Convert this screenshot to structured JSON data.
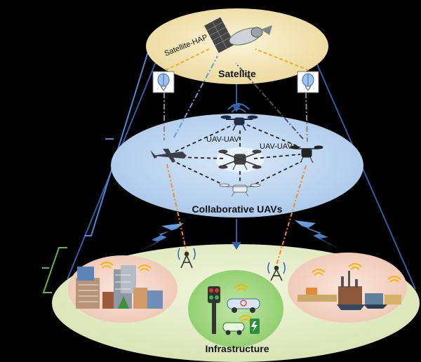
{
  "layers": {
    "satellite": {
      "title": "Satellite",
      "link_label": "Satellite-HAP"
    },
    "uav": {
      "title": "Collaborative UAVs",
      "link_left": "UAV-UAV",
      "link_right": "UAV-UAV"
    },
    "infrastructure": {
      "title": "Infrastructure"
    }
  },
  "colors": {
    "background": "#000000",
    "satellite_layer": "#f2e6b3",
    "uav_layer": "#b9d3ef",
    "ground_layer": "#e6edc9",
    "city_zone": "#f4d6c8",
    "traffic_zone": "#a6d889",
    "port_zone": "#f4d6c8",
    "frame_blue": "#2f5ea8",
    "bracket_green": "#63b348",
    "link_yellow": "#e8b02a",
    "link_orange": "#f08a2a",
    "link_blue": "#6a9bd8",
    "wifi_yellow": "#f2b705"
  },
  "icons": [
    "satellite-icon",
    "hap-balloon-icon",
    "drone-icon",
    "fixed-wing-uav-icon",
    "hexacopter-icon",
    "signal-tower-icon",
    "wifi-icon",
    "buildings-icon",
    "traffic-light-icon",
    "car-icon",
    "charging-station-icon",
    "port-ships-icon"
  ]
}
